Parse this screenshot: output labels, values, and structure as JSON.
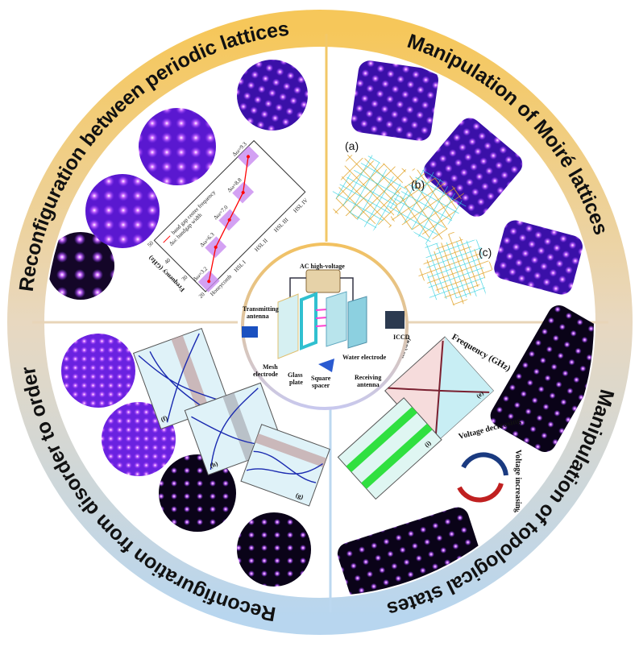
{
  "quadrants": {
    "top_left": "Reconfiguration between periodic lattices",
    "top_right": "Manipulation of Moiré lattices",
    "bottom_right": "Manipulation of topological states",
    "bottom_left": "Reconfiguration from disorder to order"
  },
  "setup": {
    "power": "AC high-voltage",
    "tx1": "Transmitting",
    "tx2": "antenna",
    "ccd": "ICCD",
    "water": "Water electrode",
    "mesh1": "Mesh",
    "mesh2": "electrode",
    "glass1": "Glass",
    "glass2": "plate",
    "spacer1": "Square",
    "spacer2": "spacer",
    "rx1": "Receiving",
    "rx2": "antenna"
  },
  "bandgap_chart": {
    "ylabel": "Frequency (GHz)",
    "yticks": [
      "20",
      "30",
      "40",
      "50"
    ],
    "categories": [
      "Honeycomb",
      "HSL I",
      "HSL II",
      "HSL III",
      "HSL IV"
    ],
    "legend_line": "band gap center frequency",
    "legend_box": "Δω: bandgap width",
    "widths": [
      "Δω=3.2",
      "Δω=6.3",
      "Δω=7.0",
      "Δω=8.8",
      "Δω=9.3"
    ],
    "center_values": [
      22,
      30,
      34,
      38,
      47
    ]
  },
  "moire_labels": [
    "(a)",
    "(b)",
    "(c)"
  ],
  "disorder_labels": [
    "(f)",
    "(h)",
    "(g)"
  ],
  "topo": {
    "freq_label": "Frequency (GHz)",
    "k_label": "kx (π/a)",
    "panel": "(e)",
    "inset": "(i)",
    "volt_dec": "Voltage decreasing",
    "volt_inc": "Voltage increasing"
  },
  "colors": {
    "ring_top": "#f6c75a",
    "ring_bottom": "#b8d6ef",
    "lattice": "#7b2cf0"
  }
}
